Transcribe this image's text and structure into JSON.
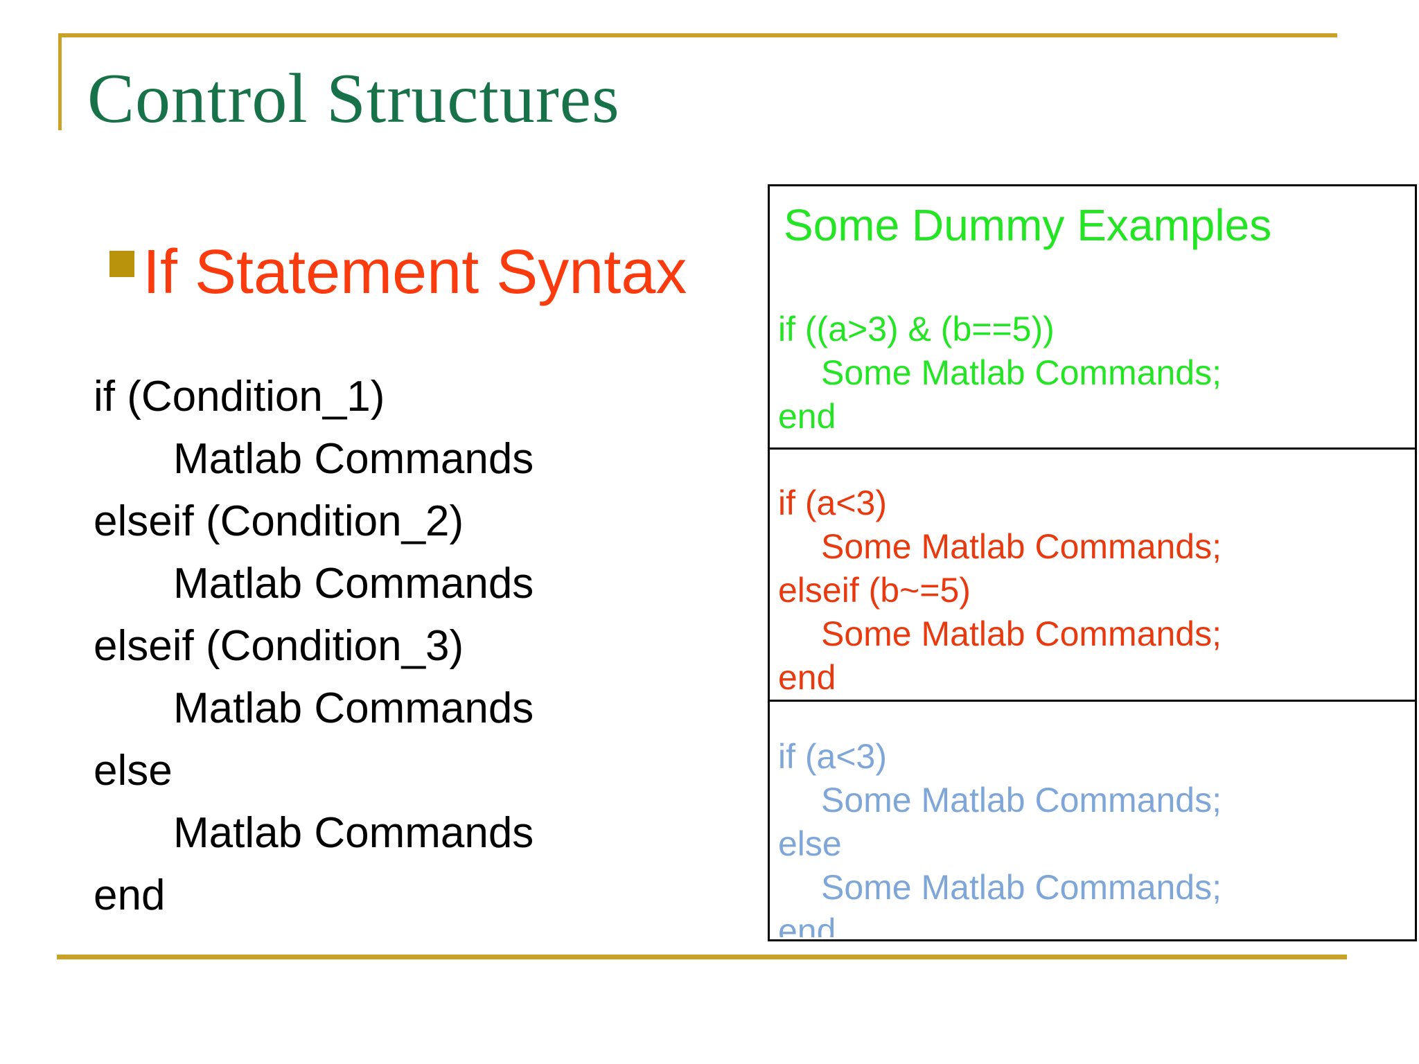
{
  "colors": {
    "background": "#ffffff",
    "gold_rule": "#c9a227",
    "bullet_gold": "#b8930b",
    "title_green": "#17724a",
    "heading_red": "#fb3a0e",
    "code_black": "#000000",
    "box_border": "#000000",
    "example_green": "#23e523",
    "example_red": "#e8390f",
    "example_blue": "#7ea6d8"
  },
  "title": "Control Structures",
  "heading": "If Statement Syntax",
  "syntax_code": {
    "lines": [
      {
        "text": "if (Condition_1)",
        "indent": false
      },
      {
        "text": "Matlab Commands",
        "indent": true
      },
      {
        "text": "elseif (Condition_2)",
        "indent": false
      },
      {
        "text": "Matlab Commands",
        "indent": true
      },
      {
        "text": "elseif (Condition_3)",
        "indent": false
      },
      {
        "text": "Matlab Commands",
        "indent": true
      },
      {
        "text": "else",
        "indent": false
      },
      {
        "text": "Matlab Commands",
        "indent": true
      },
      {
        "text": "end",
        "indent": false
      }
    ]
  },
  "examples_box": {
    "title": "Some Dummy Examples",
    "sections": [
      {
        "name": "green-and-example",
        "color_key": "example_green",
        "lines": [
          {
            "text": "if ((a>3) & (b==5))",
            "indent": false
          },
          {
            "text": "Some Matlab Commands;",
            "indent": true
          },
          {
            "text": "end",
            "indent": false
          }
        ]
      },
      {
        "name": "red-elseif-example",
        "color_key": "example_red",
        "lines": [
          {
            "text": "if (a<3)",
            "indent": false
          },
          {
            "text": "Some Matlab Commands;",
            "indent": true
          },
          {
            "text": "elseif (b~=5)",
            "indent": false
          },
          {
            "text": "Some Matlab Commands;",
            "indent": true
          },
          {
            "text": "end",
            "indent": false
          }
        ]
      },
      {
        "name": "blue-else-example",
        "color_key": "example_blue",
        "lines": [
          {
            "text": "if (a<3)",
            "indent": false
          },
          {
            "text": "Some Matlab Commands;",
            "indent": true
          },
          {
            "text": "else",
            "indent": false
          },
          {
            "text": "Some Matlab Commands;",
            "indent": true
          },
          {
            "text": "end",
            "indent": false
          }
        ]
      }
    ]
  }
}
